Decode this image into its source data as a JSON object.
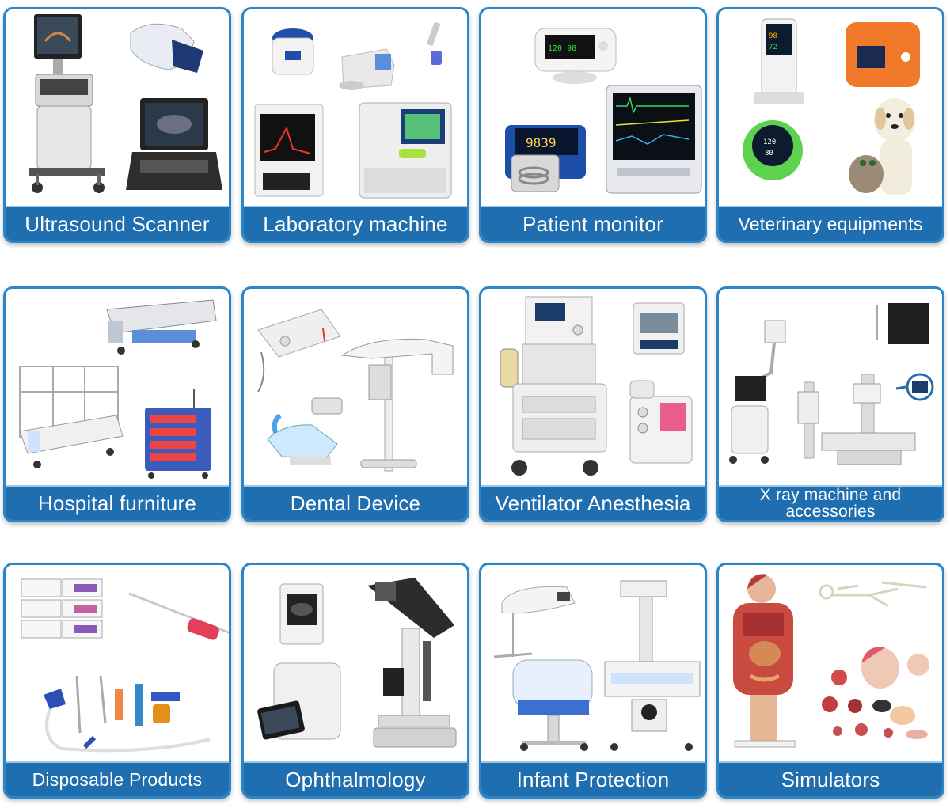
{
  "categories": [
    {
      "id": "ultrasound-scanner",
      "label": "Ultrasound Scanner",
      "icon": "ultrasound-scanner-icon"
    },
    {
      "id": "laboratory-machine",
      "label": "Laboratory machine",
      "icon": "laboratory-machine-icon"
    },
    {
      "id": "patient-monitor",
      "label": "Patient monitor",
      "icon": "patient-monitor-icon"
    },
    {
      "id": "veterinary-equipments",
      "label": "Veterinary equipments",
      "icon": "veterinary-equipments-icon"
    },
    {
      "id": "hospital-furniture",
      "label": "Hospital furniture",
      "icon": "hospital-furniture-icon"
    },
    {
      "id": "dental-device",
      "label": "Dental Device",
      "icon": "dental-device-icon"
    },
    {
      "id": "ventilator-anesthesia",
      "label": "Ventilator Anesthesia",
      "icon": "ventilator-anesthesia-icon"
    },
    {
      "id": "x-ray-machine",
      "label_line1": "X ray machine and",
      "label_line2": "accessories",
      "icon": "x-ray-machine-icon"
    },
    {
      "id": "disposable-products",
      "label": "Disposable Products",
      "icon": "disposable-products-icon"
    },
    {
      "id": "ophthalmology",
      "label": "Ophthalmology",
      "icon": "ophthalmology-icon"
    },
    {
      "id": "infant-protection",
      "label": "Infant Protection",
      "icon": "infant-protection-icon"
    },
    {
      "id": "simulators",
      "label": "Simulators",
      "icon": "simulators-icon"
    }
  ],
  "colors": {
    "card_border": "#2a86c8",
    "label_bg": "#1f6fb0",
    "label_text": "#ffffff"
  }
}
